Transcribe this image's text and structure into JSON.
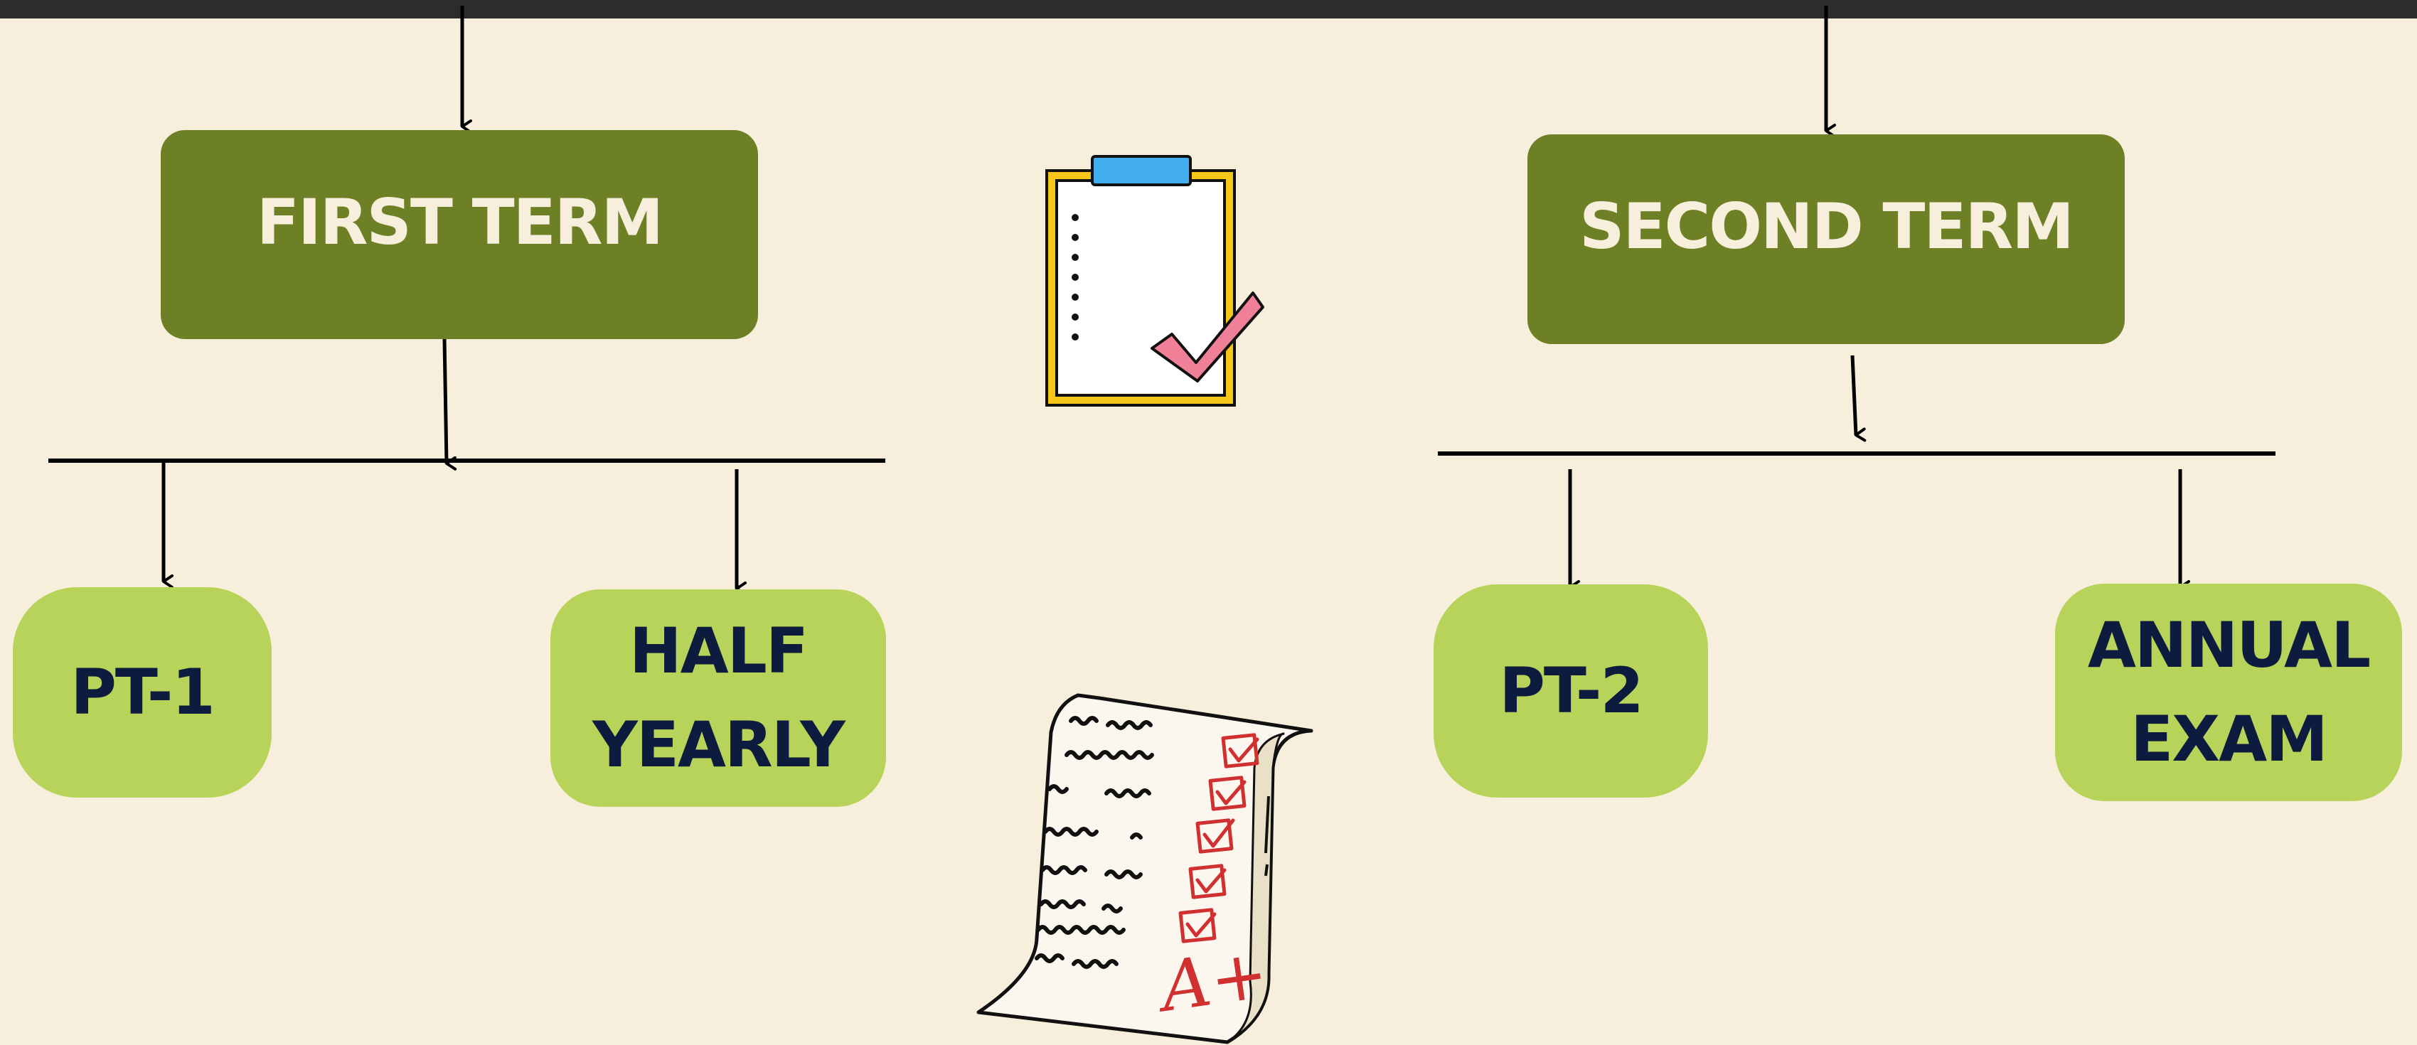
{
  "terms": {
    "first": {
      "label": "FIRST TERM",
      "exams": [
        "PT-1",
        "HALF YEARLY"
      ]
    },
    "second": {
      "label": "SECOND TERM",
      "exams": [
        "PT-2",
        "ANNUAL EXAM"
      ]
    }
  },
  "exam_lines": {
    "half_yearly": [
      "HALF",
      "YEARLY"
    ],
    "annual_exam": [
      "ANNUAL",
      "EXAM"
    ]
  },
  "colors": {
    "background": "#f7efdc",
    "term_box": "#6e8026",
    "exam_box": "#b8d35a",
    "exam_text": "#0d1c3e",
    "term_text": "#f7efdc",
    "clipboard_frame": "#f5c518",
    "clip": "#42aef0",
    "checkmark": "#f07f98",
    "grade_red": "#d03030"
  },
  "icons": {
    "clipboard": "clipboard-checklist-icon",
    "report": "graded-test-paper-icon"
  },
  "report": {
    "grade": "A+"
  }
}
